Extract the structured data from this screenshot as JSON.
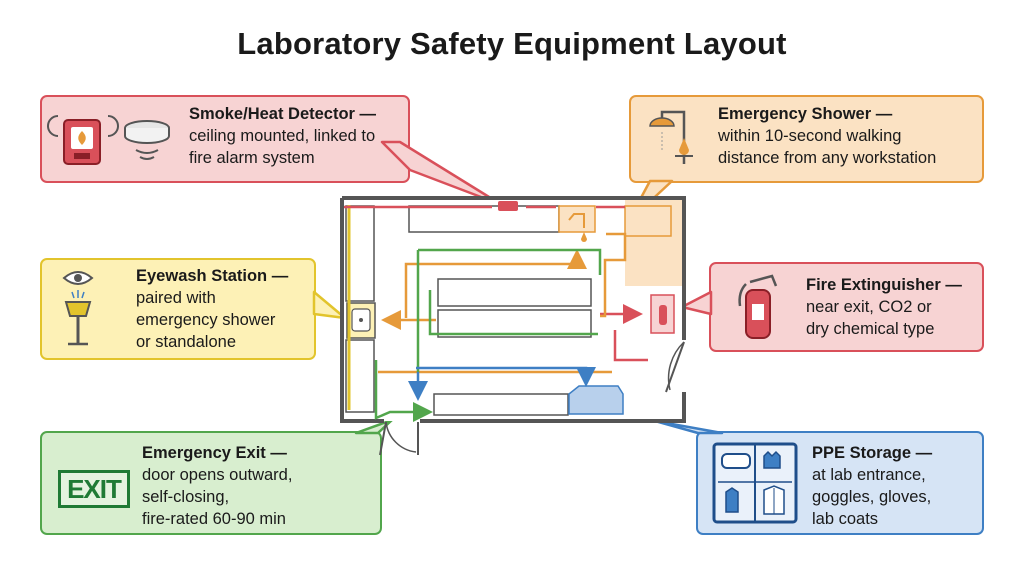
{
  "title": "Laboratory Safety Equipment Layout",
  "callouts": {
    "smoke": {
      "heading": "Smoke/Heat Detector —",
      "lines": [
        "ceiling mounted, linked to",
        "fire alarm system"
      ]
    },
    "shower": {
      "heading": "Emergency Shower —",
      "lines": [
        "within 10-second walking",
        "distance from any workstation"
      ]
    },
    "eyewash": {
      "heading": "Eyewash Station —",
      "lines": [
        "paired with",
        "emergency shower",
        "or standalone"
      ]
    },
    "extinguisher": {
      "heading": "Fire Extinguisher —",
      "lines": [
        "near exit, CO2 or",
        "dry chemical type"
      ]
    },
    "exit": {
      "heading": "Emergency Exit —",
      "lines": [
        "door opens outward,",
        "self-closing,",
        "fire-rated 60-90 min"
      ],
      "sign_label": "EXIT"
    },
    "ppe": {
      "heading": "PPE Storage —",
      "lines": [
        "at lab entrance,",
        "goggles, gloves,",
        "lab coats"
      ]
    }
  },
  "icons": {
    "smoke": [
      "fire-alarm-pull-icon",
      "smoke-detector-icon"
    ],
    "shower": "shower-icon",
    "eyewash": "eyewash-icon",
    "extinguisher": "fire-extinguisher-icon",
    "exit": "exit-sign-icon",
    "ppe": "ppe-cabinet-icon"
  },
  "colors": {
    "red": "#d9505a",
    "orange": "#e69a3a",
    "yellow": "#e2c42c",
    "green": "#52a64c",
    "blue": "#3e7fc4",
    "wall": "#555555"
  }
}
